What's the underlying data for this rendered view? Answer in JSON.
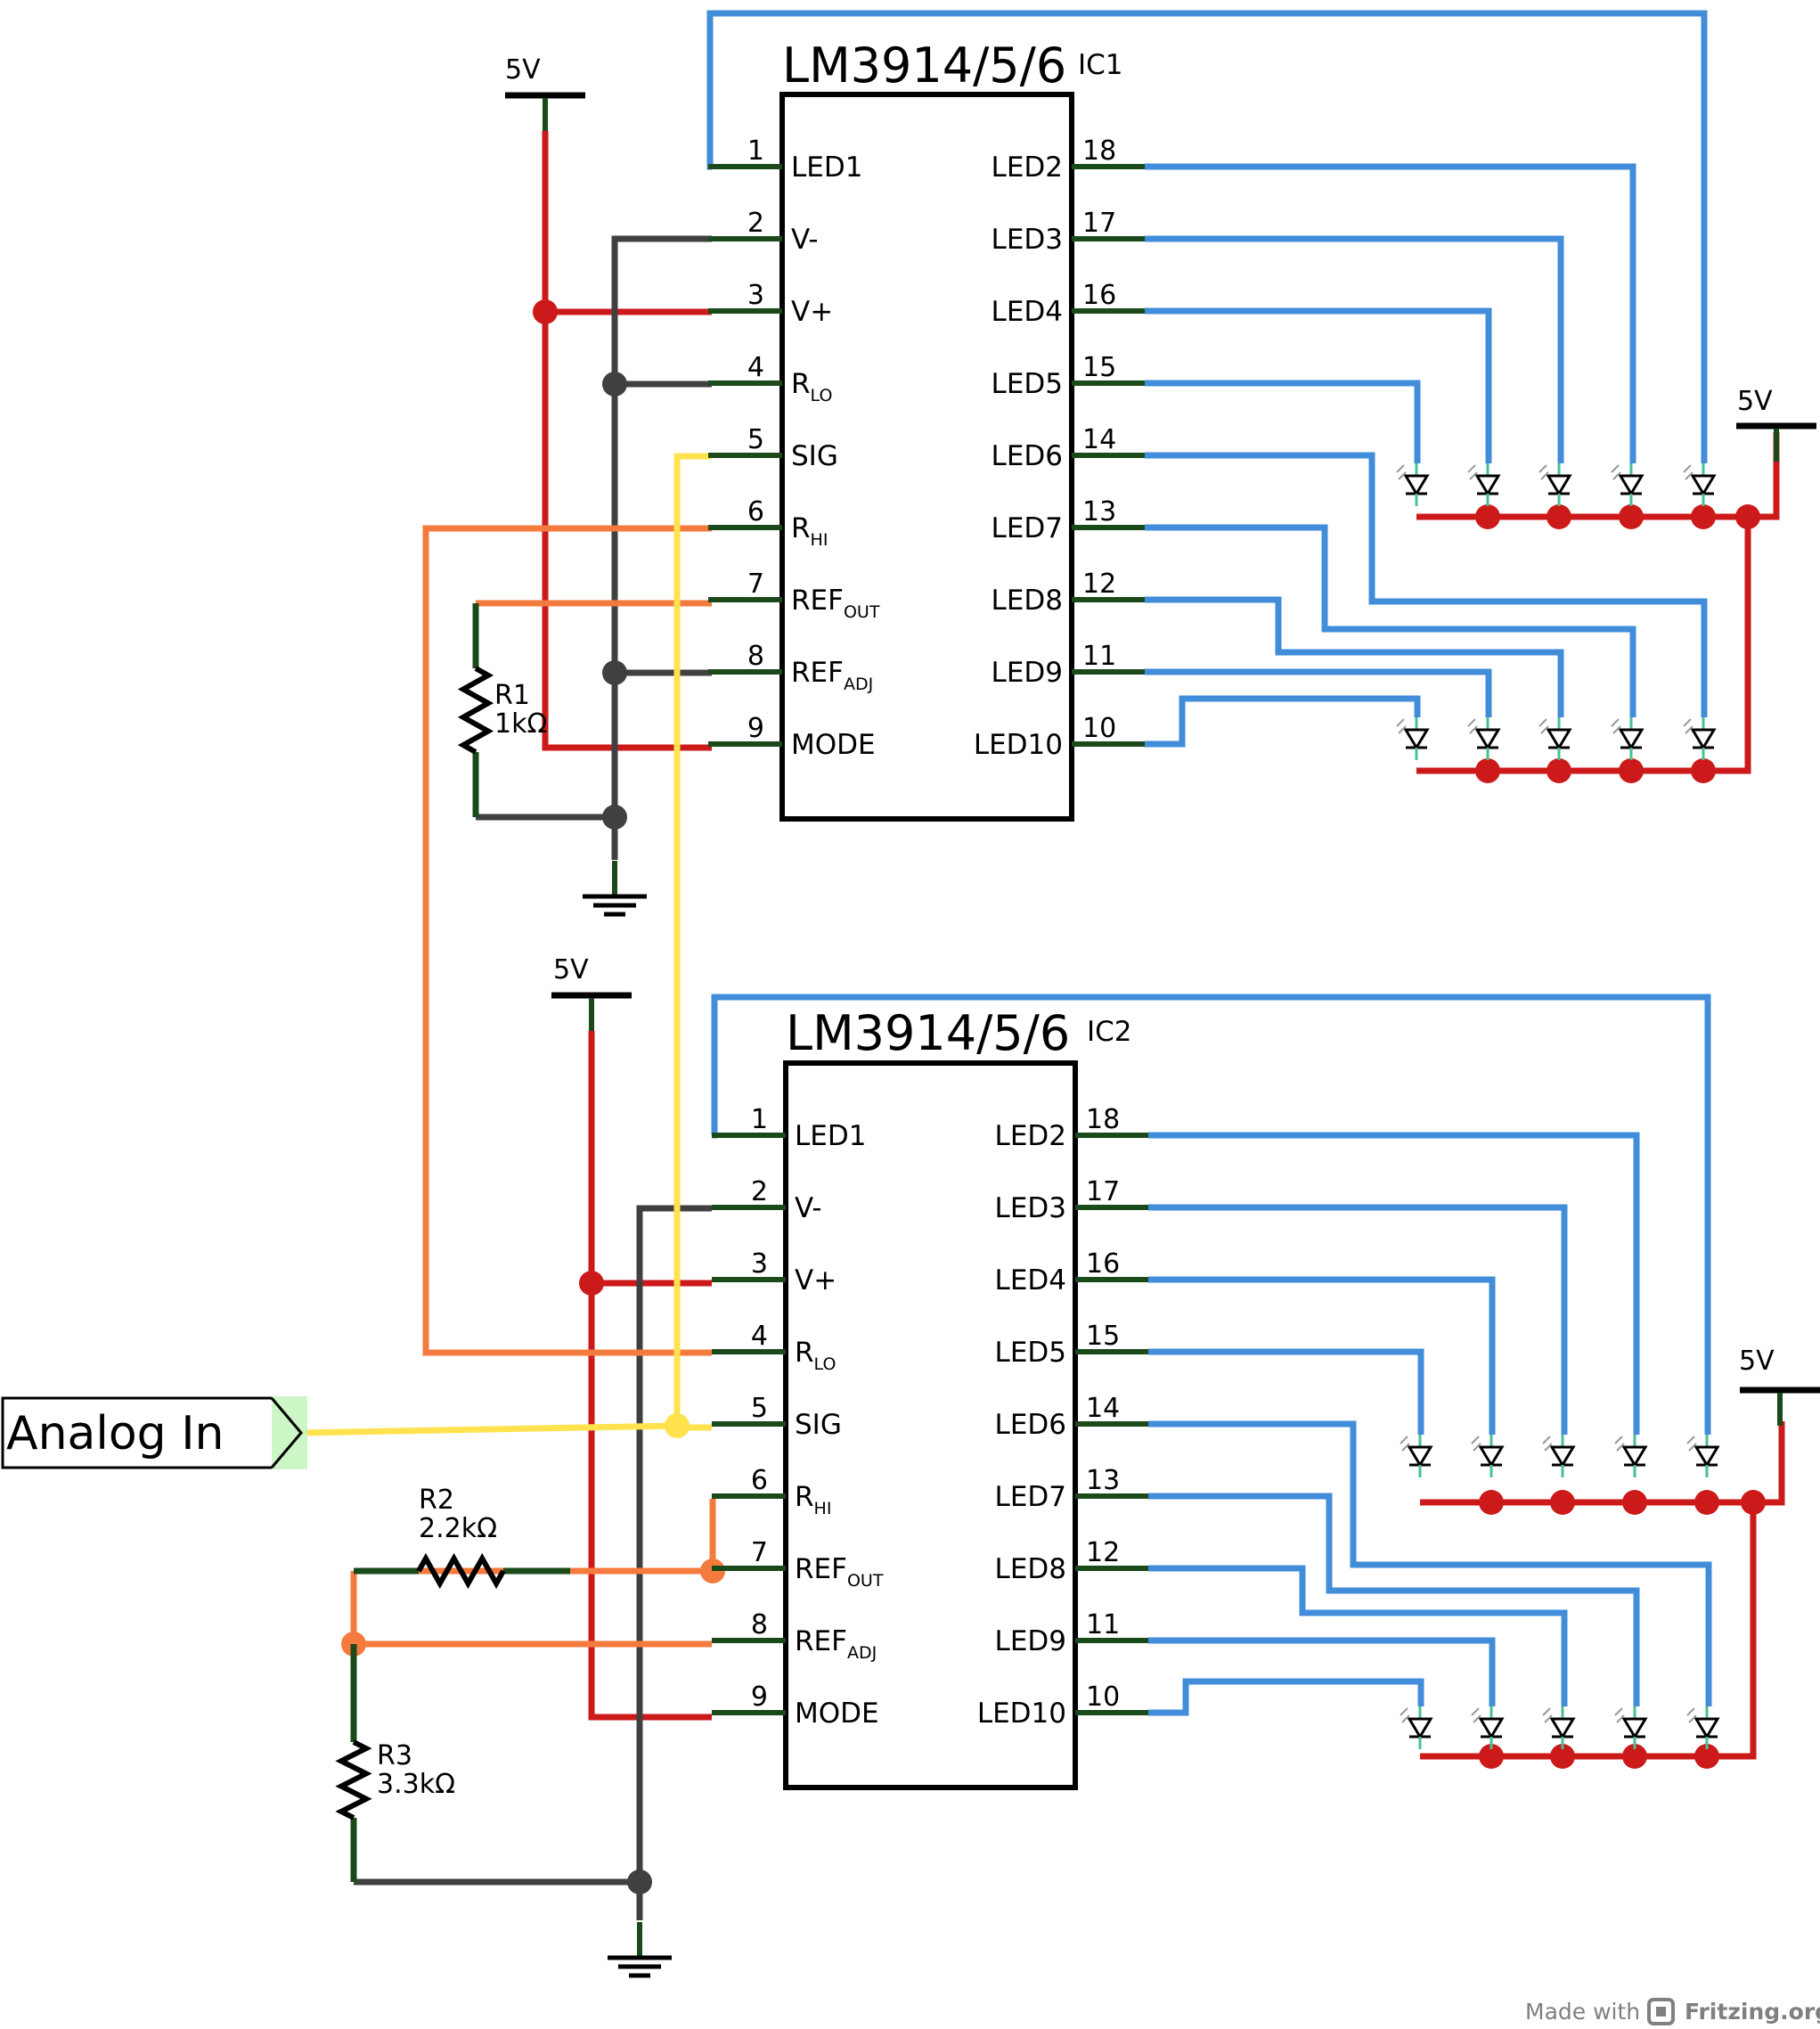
{
  "chips": [
    {
      "id": "ic1",
      "title": "LM3914/5/6",
      "ref": "IC1",
      "left_pins": [
        {
          "num": "1",
          "label": "LED1",
          "sub": ""
        },
        {
          "num": "2",
          "label": "V-",
          "sub": ""
        },
        {
          "num": "3",
          "label": "V+",
          "sub": ""
        },
        {
          "num": "4",
          "label": "R",
          "sub": "LO"
        },
        {
          "num": "5",
          "label": "SIG",
          "sub": ""
        },
        {
          "num": "6",
          "label": "R",
          "sub": "HI"
        },
        {
          "num": "7",
          "label": "REF",
          "sub": "OUT"
        },
        {
          "num": "8",
          "label": "REF",
          "sub": "ADJ"
        },
        {
          "num": "9",
          "label": "MODE",
          "sub": ""
        }
      ],
      "right_pins": [
        {
          "num": "18",
          "label": "LED2"
        },
        {
          "num": "17",
          "label": "LED3"
        },
        {
          "num": "16",
          "label": "LED4"
        },
        {
          "num": "15",
          "label": "LED5"
        },
        {
          "num": "14",
          "label": "LED6"
        },
        {
          "num": "13",
          "label": "LED7"
        },
        {
          "num": "12",
          "label": "LED8"
        },
        {
          "num": "11",
          "label": "LED9"
        },
        {
          "num": "10",
          "label": "LED10"
        }
      ]
    },
    {
      "id": "ic2",
      "title": "LM3914/5/6",
      "ref": "IC2",
      "left_pins": [
        {
          "num": "1",
          "label": "LED1",
          "sub": ""
        },
        {
          "num": "2",
          "label": "V-",
          "sub": ""
        },
        {
          "num": "3",
          "label": "V+",
          "sub": ""
        },
        {
          "num": "4",
          "label": "R",
          "sub": "LO"
        },
        {
          "num": "5",
          "label": "SIG",
          "sub": ""
        },
        {
          "num": "6",
          "label": "R",
          "sub": "HI"
        },
        {
          "num": "7",
          "label": "REF",
          "sub": "OUT"
        },
        {
          "num": "8",
          "label": "REF",
          "sub": "ADJ"
        },
        {
          "num": "9",
          "label": "MODE",
          "sub": ""
        }
      ],
      "right_pins": [
        {
          "num": "18",
          "label": "LED2"
        },
        {
          "num": "17",
          "label": "LED3"
        },
        {
          "num": "16",
          "label": "LED4"
        },
        {
          "num": "15",
          "label": "LED5"
        },
        {
          "num": "14",
          "label": "LED6"
        },
        {
          "num": "13",
          "label": "LED7"
        },
        {
          "num": "12",
          "label": "LED8"
        },
        {
          "num": "11",
          "label": "LED9"
        },
        {
          "num": "10",
          "label": "LED10"
        }
      ]
    }
  ],
  "power": {
    "vcc_ic1": "5V",
    "vcc_ic2": "5V",
    "vcc_leds1": "5V",
    "vcc_leds2": "5V"
  },
  "resistors": {
    "r1": {
      "ref": "R1",
      "value": "1kΩ"
    },
    "r2": {
      "ref": "R2",
      "value": "2.2kΩ"
    },
    "r3": {
      "ref": "R3",
      "value": "3.3kΩ"
    }
  },
  "input": {
    "label": "Analog In"
  },
  "footer": {
    "made_with": "Made with",
    "brand": "Fritzing.org"
  },
  "colors": {
    "power": "#cc1a1a",
    "ground": "#404040",
    "led_wire": "#418dd9",
    "signal": "#ffe24d",
    "reference": "#f57a3d",
    "pin": "#1a4a1a"
  }
}
